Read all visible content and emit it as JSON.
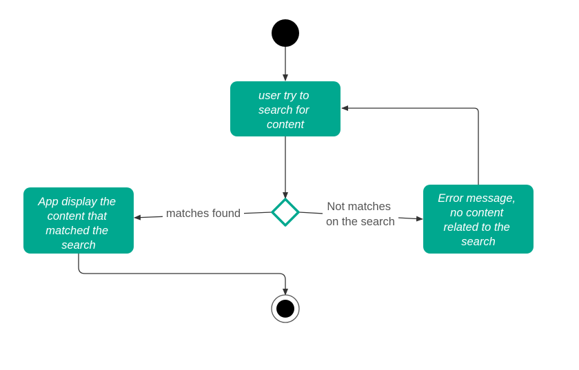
{
  "colors": {
    "activity_fill": "#00a88f",
    "decision_stroke": "#00a88f",
    "initial_fill": "#000000",
    "edge_color": "#333333",
    "edge_label_color": "#555555",
    "label_background": "#ffffff"
  },
  "nodes": {
    "search": {
      "lines": [
        "user try to",
        "search for",
        "content"
      ]
    },
    "display": {
      "lines": [
        "App display the",
        "content that",
        "matched the",
        "search"
      ]
    },
    "error": {
      "lines": [
        "Error message,",
        "no content",
        "related to the",
        "search"
      ]
    }
  },
  "edges": {
    "found": {
      "lines": [
        "matches found"
      ]
    },
    "not_found": {
      "lines": [
        "Not matches",
        "on the search"
      ]
    }
  }
}
